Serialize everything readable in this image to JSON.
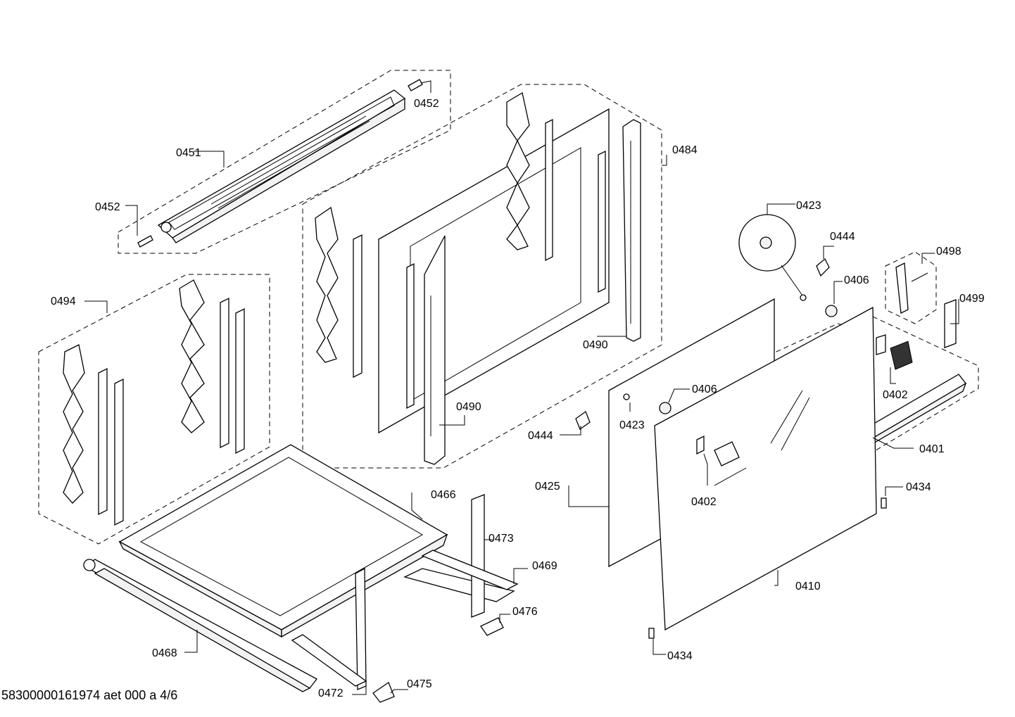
{
  "drawing_number": "58300000161974 aet 000 a 4/6",
  "callouts": {
    "c0451": "0451",
    "c0452a": "0452",
    "c0452b": "0452",
    "c0484": "0484",
    "c0494": "0494",
    "c0490a": "0490",
    "c0490b": "0490",
    "c0466": "0466",
    "c0468": "0468",
    "c0469": "0469",
    "c0472": "0472",
    "c0473": "0473",
    "c0475": "0475",
    "c0476": "0476",
    "c0423a": "0423",
    "c0423b": "0423",
    "c0444a": "0444",
    "c0444b": "0444",
    "c0406a": "0406",
    "c0406b": "0406",
    "c0498": "0498",
    "c0499": "0499",
    "c0402a": "0402",
    "c0402b": "0402",
    "c0401": "0401",
    "c0425": "0425",
    "c0434a": "0434",
    "c0434b": "0434",
    "c0410": "0410"
  }
}
